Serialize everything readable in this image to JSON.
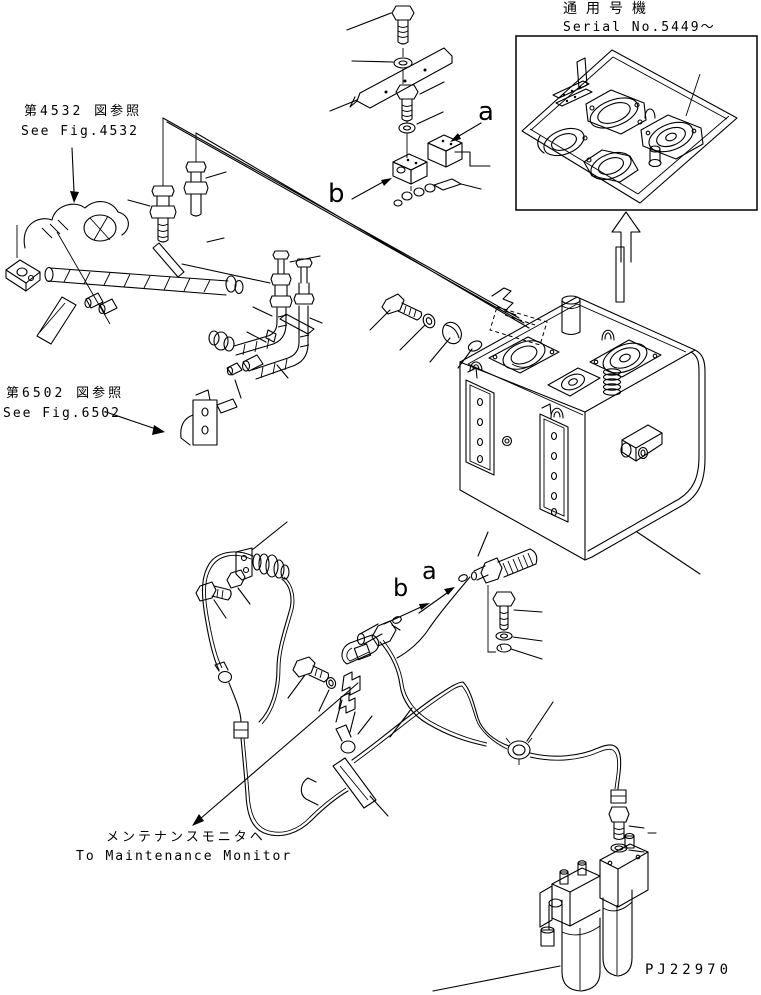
{
  "colors": {
    "background": "#ffffff",
    "line": "#000000"
  },
  "inset": {
    "label_jp": "通用号機",
    "label_en": "Serial No.5449～"
  },
  "references": {
    "fig4532": {
      "jp": "第4532 図参照",
      "en": "See Fig.4532"
    },
    "fig6502": {
      "jp": "第6502 図参照",
      "en": "See Fig.6502"
    }
  },
  "callouts": {
    "marker_a": "a",
    "marker_b": "b"
  },
  "footer": {
    "monitor_jp": "メンテナンスモニタヘ",
    "monitor_en": "To Maintenance Monitor",
    "drawing_number": "PJ22970"
  }
}
